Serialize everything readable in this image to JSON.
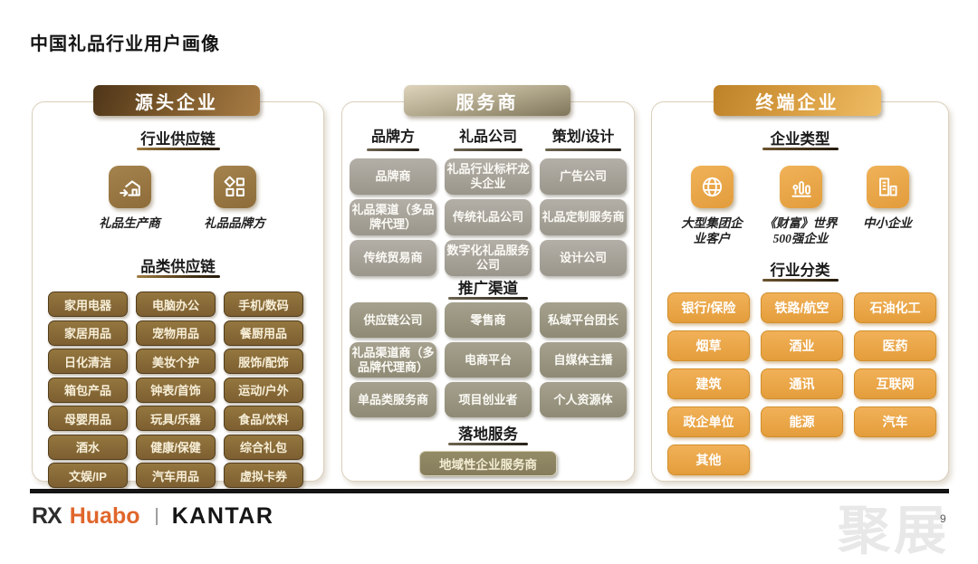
{
  "title": "中国礼品行业用户画像",
  "page_number": "9",
  "watermark": "聚展",
  "footer": {
    "rx_logo": "RX",
    "huabo_logo": "Huabo",
    "divider": "|",
    "kantar_logo": "KANTAR"
  },
  "colors": {
    "source_brown": "#8a6c3e",
    "service_gray": "#a7a39b",
    "terminal_orange": "#eba94d",
    "header_dark_brown": "#4e3519"
  },
  "source": {
    "header": "源头企业",
    "industry_chain": {
      "title": "行业供应链",
      "items": [
        {
          "icon": "factory-arrow-icon",
          "label": "礼品生产商"
        },
        {
          "icon": "category-grid-icon",
          "label": "礼品品牌方"
        }
      ]
    },
    "category_chain": {
      "title": "品类供应链",
      "items": [
        "家用电器",
        "电脑办公",
        "手机/数码",
        "家居用品",
        "宠物用品",
        "餐厨用品",
        "日化清洁",
        "美妆个护",
        "服饰/配饰",
        "箱包产品",
        "钟表/首饰",
        "运动/户外",
        "母婴用品",
        "玩具/乐器",
        "食品/饮料",
        "酒水",
        "健康/保健",
        "综合礼包",
        "文娱/IP",
        "汽车用品",
        "虚拟卡券"
      ]
    }
  },
  "service": {
    "header": "服务商",
    "groups": [
      {
        "title": "品牌方",
        "items": [
          "品牌商",
          "礼品渠道（多品牌代理）",
          "传统贸易商"
        ]
      },
      {
        "title": "礼品公司",
        "items": [
          "礼品行业标杆龙头企业",
          "传统礼品公司",
          "数字化礼品服务公司"
        ]
      },
      {
        "title": "策划/设计",
        "items": [
          "广告公司",
          "礼品定制服务商",
          "设计公司"
        ]
      }
    ],
    "promotion": {
      "title": "推广渠道",
      "items": [
        "供应链公司",
        "零售商",
        "私域平台团长",
        "礼品渠道商（多品牌代理商）",
        "电商平台",
        "自媒体主播",
        "单品类服务商",
        "项目创业者",
        "个人资源体"
      ]
    },
    "landing": {
      "title": "落地服务",
      "item": "地域性企业服务商"
    }
  },
  "terminal": {
    "header": "终端企业",
    "enterprise_type": {
      "title": "企业类型",
      "items": [
        {
          "icon": "globe-icon",
          "label": "大型集团企业客户"
        },
        {
          "icon": "bar-chart-icon",
          "label": "《财富》世界500强企业"
        },
        {
          "icon": "buildings-icon",
          "label": "中小企业"
        }
      ]
    },
    "industry_category": {
      "title": "行业分类",
      "items": [
        "银行/保险",
        "铁路/航空",
        "石油化工",
        "烟草",
        "酒业",
        "医药",
        "建筑",
        "通讯",
        "互联网",
        "政企单位",
        "能源",
        "汽车",
        "其他"
      ]
    }
  }
}
